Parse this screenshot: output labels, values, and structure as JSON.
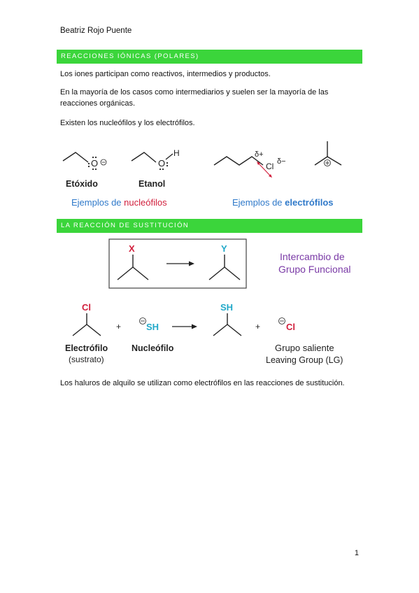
{
  "header": {
    "author": "Beatriz Rojo Puente"
  },
  "section1": {
    "title": "REACCIONES IÓNICAS (POLARES)",
    "paragraphs": [
      "Los iones participan como reactivos, intermedios y productos.",
      "En la mayoría de los casos como intermediarios y suelen ser la mayoría de las reacciones orgánicas.",
      "Existen los nucleófilos y los electrófilos."
    ],
    "figure": {
      "etoxido_label": "Etóxido",
      "etanol_label": "Etanol",
      "o_atom": "O",
      "h_atom": "H",
      "cl_atom": "Cl",
      "delta_plus": "δ+",
      "delta_minus": "δ−",
      "nucleophile_prefix": "Ejemplos de ",
      "nucleophile_word": "nucleófilos",
      "electrophile_prefix": "Ejemplos de ",
      "electrophile_word": "electrófilos"
    }
  },
  "section2": {
    "title": "LA REACCIÓN DE SUSTITUCIÓN",
    "figure": {
      "x_group": "X",
      "y_group": "Y",
      "exchange_line1": "Intercambio de",
      "exchange_line2": "Grupo Funcional",
      "cl_top": "Cl",
      "plus1": "+",
      "sh_nuc": "SH",
      "sh_product": "SH",
      "plus2": "+",
      "cl_leaving": "Cl",
      "electrophile_label": "Electrófilo",
      "substrate_label": "(sustrato)",
      "nucleophile_label": "Nucleófilo",
      "leaving_group_label": "Grupo saliente",
      "leaving_group_en": "Leaving Group (LG)"
    },
    "paragraph": "Los haluros de alquilo se utilizan como electrófilos en las reacciones de sustitución."
  },
  "footer": {
    "page_number": "1"
  },
  "colors": {
    "band_green": "#3bd53b",
    "red": "#d11f3c",
    "cyan": "#22a9c9",
    "blue": "#2f79c9",
    "purple": "#7a3aa6"
  }
}
